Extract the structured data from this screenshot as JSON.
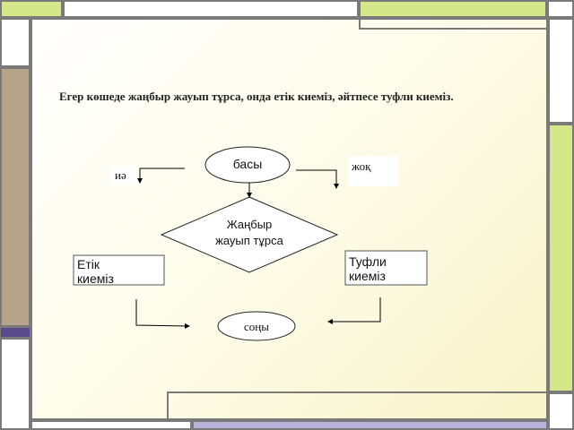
{
  "slide": {
    "title": "Егер көшеде жаңбыр жауып тұрса, онда етік киеміз, әйтпесе туфли киеміз."
  },
  "flowchart": {
    "start": "басы",
    "decision_line1": "Жаңбыр",
    "decision_line2": "жауып тұрса",
    "yes_label": "иә",
    "no_label": "жоқ",
    "yes_action_line1": "Етік",
    "yes_action_line2": "киеміз",
    "no_action_line1": "Туфли",
    "no_action_line2": "киеміз",
    "end": "соңы"
  },
  "colors": {
    "accent_green": "#d4e88a",
    "accent_purple": "#5a4b8c",
    "accent_tan": "#b5a48a",
    "frame_gray": "#7a7a7a"
  }
}
